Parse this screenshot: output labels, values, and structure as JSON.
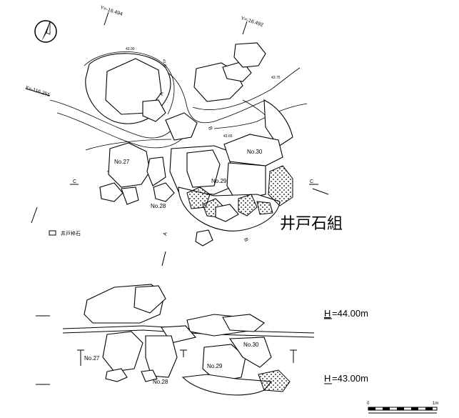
{
  "title": "井戸石組",
  "legend": {
    "label": "井戸枠石"
  },
  "coords": {
    "y1": "Y=-16.494",
    "y2": "Y=-16.492",
    "x1": "X=-116.251"
  },
  "contours": {
    "c1": "43.90",
    "c2": "43.85",
    "c3": "43.75",
    "c4": "43.65"
  },
  "stones": {
    "s27": "No.27",
    "s28": "No.28",
    "s29": "No.29",
    "s30": "No.30"
  },
  "sections": {
    "a": "A",
    "b": "B",
    "c": "C"
  },
  "elevation": {
    "h1": {
      "prefix": "H",
      "value": "=44.00m"
    },
    "h2": {
      "prefix": "H",
      "value": "=43.00m"
    },
    "s27": "No.27",
    "s28": "No.28",
    "s29": "No.29",
    "s30": "No.30"
  },
  "scale": {
    "zero": "0",
    "one": "1m"
  },
  "icons": {
    "north": "north-arrow-icon"
  }
}
